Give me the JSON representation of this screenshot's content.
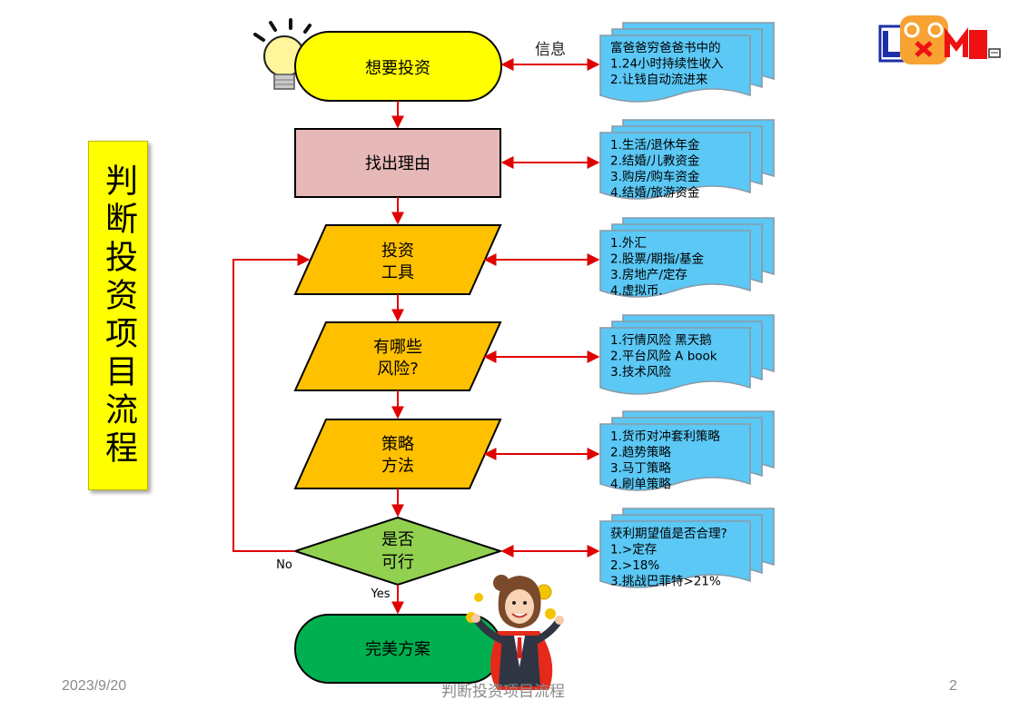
{
  "side_title": "判断投资项目流程",
  "flow": {
    "start": "想要投资",
    "reason": "找出理由",
    "tools": [
      "投资",
      "工具"
    ],
    "risks": [
      "有哪些",
      "风险?"
    ],
    "strategy": [
      "策略",
      "方法"
    ],
    "decision": [
      "是否",
      "可行"
    ],
    "end": "完美方案",
    "label_info": "信息",
    "label_no": "No",
    "label_yes": "Yes"
  },
  "notes": [
    [
      "富爸爸穷爸爸书中的",
      "1.24小时持续性收入",
      "2.让钱自动流进来"
    ],
    [
      "1.生活/退休年金",
      "2.结婚/儿教资金",
      "3.购房/购车资金",
      "4.结婚/旅游资金"
    ],
    [
      "1.外汇",
      "2.股票/期指/基金",
      "3.房地产/定存",
      "4.虚拟币."
    ],
    [
      "1.行情风险 黑天鹅",
      "2.平台风险 A book",
      "3.技术风险"
    ],
    [
      "1.货币对冲套利策略",
      "2.趋势策略",
      "3.马丁策略",
      "4.刷单策略"
    ],
    [
      "获利期望值是否合理?",
      "1.>定存",
      "2.>18%",
      "3.挑战巴菲特>21%"
    ]
  ],
  "logo": {
    "letters": "LOXM"
  },
  "footer": {
    "date": "2023/9/20",
    "title": "判断投资项目流程",
    "page": "2"
  },
  "colors": {
    "start_fill": "#ffff00",
    "reason_fill": "#e6b8b7",
    "step_fill": "#ffc000",
    "decision_fill": "#92d050",
    "end_fill": "#00b050",
    "note_fill": "#5bc8f5",
    "arrow": "#e00000",
    "side_fill": "#ffff00"
  },
  "icons": [
    "lightbulb-icon",
    "businesswoman-coins-icon",
    "loxm-logo"
  ]
}
